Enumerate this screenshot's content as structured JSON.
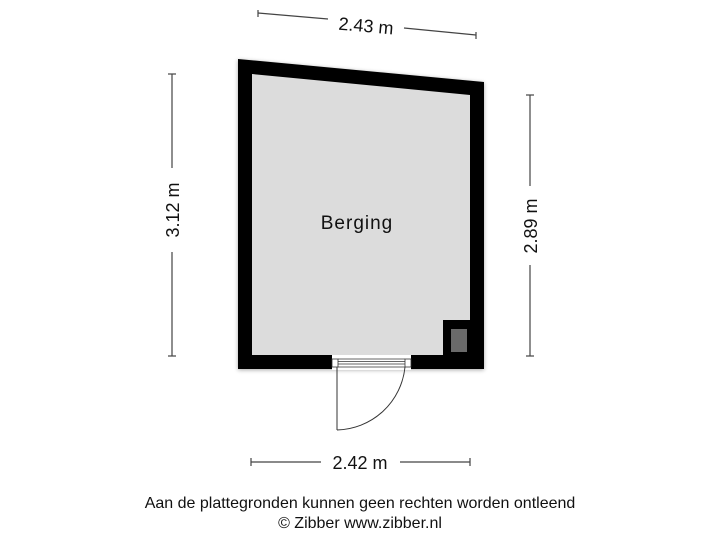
{
  "floorplan": {
    "room": {
      "name": "Berging",
      "fill": "#dcdcdc",
      "wall_color": "#000000"
    },
    "dimensions": {
      "top": "2.43 m",
      "bottom": "2.42 m",
      "left": "3.12 m",
      "right": "2.89 m"
    }
  },
  "footer": {
    "disclaimer": "Aan de plattegronden kunnen geen rechten worden ontleend",
    "copyright": "© Zibber www.zibber.nl"
  }
}
